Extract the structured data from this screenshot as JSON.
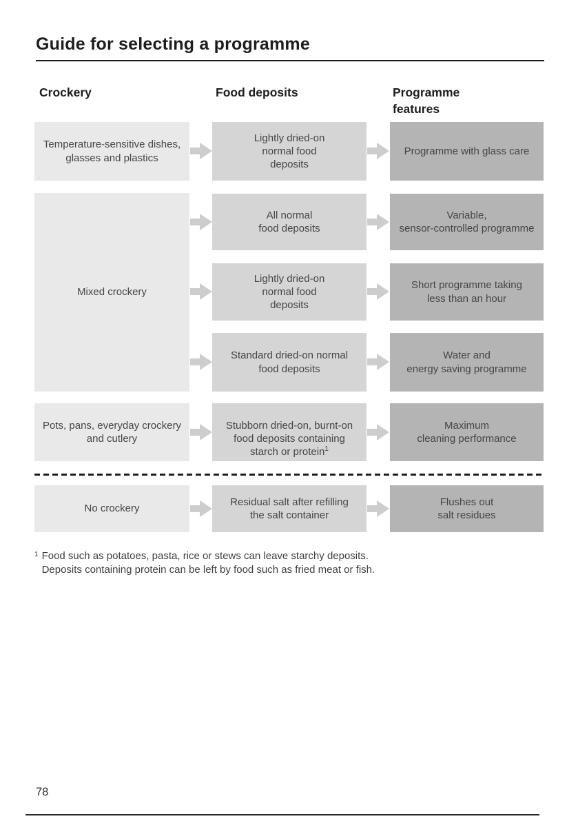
{
  "page": {
    "title": "Guide for selecting a programme",
    "page_number": "78"
  },
  "headers": {
    "crockery": "Crockery",
    "food_deposits": "Food deposits",
    "programme_features": "Programme features"
  },
  "diagram": {
    "row_temperature": {
      "crockery": "Temperature-sensitive dishes,\nglasses and plastics",
      "food": "Lightly dried-on\nnormal food\ndeposits",
      "programme": "Programme with glass care"
    },
    "mixed_group": {
      "crockery": "Mixed crockery",
      "branches": [
        {
          "food": "All normal\nfood deposits",
          "programme": "Variable,\nsensor-controlled programme"
        },
        {
          "food": "Lightly dried-on\nnormal food\ndeposits",
          "programme": "Short programme taking\nless than an hour"
        },
        {
          "food": "Standard dried-on normal\nfood deposits",
          "programme": "Water and\nenergy saving programme"
        }
      ]
    },
    "row_pots": {
      "crockery": "Pots, pans, everyday crockery\nand cutlery",
      "food": "Stubborn dried-on, burnt-on\nfood deposits containing\nstarch or protein",
      "food_footnote_marker": "1",
      "programme": "Maximum\ncleaning performance"
    },
    "row_salt": {
      "crockery": "No crockery",
      "food": "Residual salt after refilling\nthe salt container",
      "programme": "Flushes out\nsalt residues"
    }
  },
  "footnote": {
    "marker": "1",
    "text": "Food such as potatoes, pasta, rice or stews can leave starchy deposits.\nDeposits containing protein can be left by food such as fried meat or fish."
  },
  "colors": {
    "crockery_box": "#e9e9e9",
    "food_box": "#d5d5d5",
    "programme_box": "#b4b4b4",
    "arrow": "#cdcdcd",
    "rule": "#1d1d1d"
  }
}
